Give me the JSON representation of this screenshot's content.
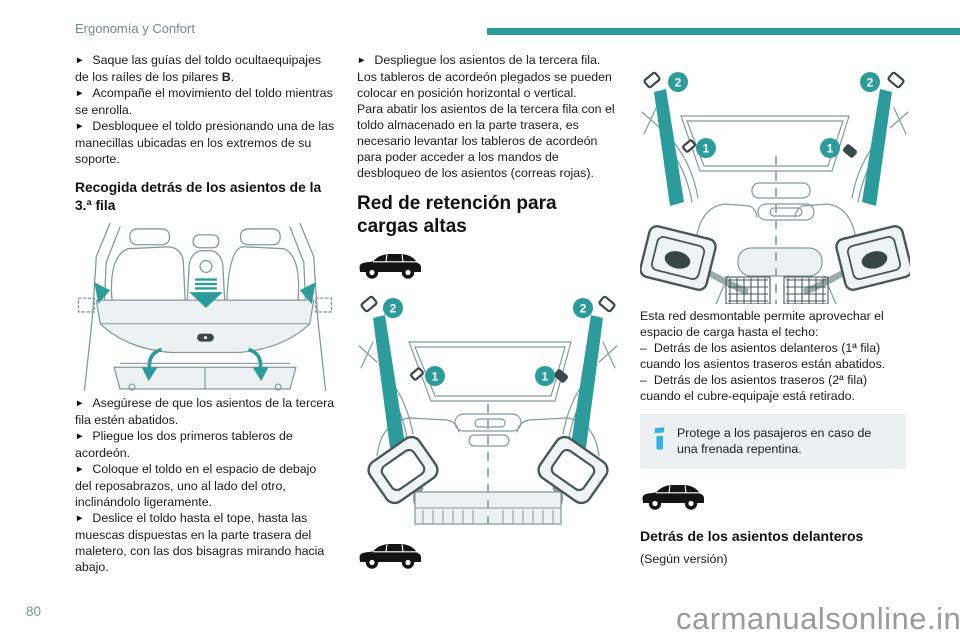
{
  "header": {
    "title": "Ergonomía y Confort",
    "page_number": "80"
  },
  "watermark": "carmanualsonline.info",
  "glyphs": {
    "bullet": "►",
    "dash": "–"
  },
  "callouts": {
    "one": "1",
    "two": "2"
  },
  "colors": {
    "accent_teal": "#2b9c9b",
    "info_blue": "#2fb1e3",
    "line_gray": "#85999a"
  },
  "icons": {
    "car": "suv-side-silhouette",
    "info": "info-i-icon",
    "arrow_bullet": "right-pointer"
  },
  "left": {
    "b1_pre": "Saque las guías del toldo ocultaequipajes de los raíles de los pilares ",
    "b1_bold": "B",
    "b1_post": ".",
    "b2": "Acompañe el movimiento del toldo mientras se enrolla.",
    "b3": "Desbloquee el toldo presionando una de las manecillas ubicadas en los extremos de su soporte.",
    "heading": "Recogida detrás de los asientos de la 3.ª fila",
    "b4": "Asegúrese de que los asientos de la tercera fila estén abatidos.",
    "b5": "Pliegue los dos primeros tableros de acordeón.",
    "b6": "Coloque el toldo en el espacio de debajo del reposabrazos, uno al lado del otro, inclinándolo ligeramente.",
    "b7": "Deslice el toldo hasta el tope, hasta las muescas dispuestas en la parte trasera del maletero, con las dos bisagras mirando hacia abajo."
  },
  "middle": {
    "b1": "Despliegue los asientos de la tercera fila.",
    "p1": "Los tableros de acordeón plegados se pueden colocar en posición horizontal o vertical.",
    "p2": "Para abatir los asientos de la tercera fila con el toldo almacenado en la parte trasera, es necesario levantar los tableros de acordeón para poder acceder a los mandos de desbloqueo de los asientos (correas rojas).",
    "heading": "Red de retención para cargas altas"
  },
  "right": {
    "p1": "Esta red desmontable permite aprovechar el espacio de carga hasta el techo:",
    "d1": "Detrás de los asientos delanteros (1ª fila) cuando los asientos traseros están abatidos.",
    "d2": "Detrás de los asientos traseros (2ª fila) cuando el cubre-equipaje está retirado.",
    "info": "Protege a los pasajeros en caso de una frenada repentina.",
    "heading": "Detrás de los asientos delanteros",
    "version": "(Según versión)"
  }
}
